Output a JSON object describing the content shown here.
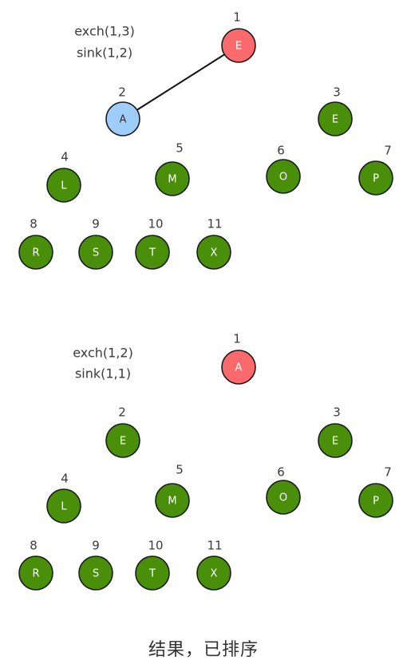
{
  "colors": {
    "heap_node": "#4a8f0a",
    "root_node": "#fa6a6c",
    "swapped_node": "#9fcdfa",
    "node_text_light": "#ffffff",
    "node_text_dark": "#333333"
  },
  "diagrams": [
    {
      "steps": [
        "exch(1,3)",
        "sink(1,2)"
      ],
      "nodes": [
        {
          "index": "1",
          "letter": "E",
          "state": "root"
        },
        {
          "index": "2",
          "letter": "A",
          "state": "swapped"
        },
        {
          "index": "3",
          "letter": "E",
          "state": "heap"
        },
        {
          "index": "4",
          "letter": "L",
          "state": "heap"
        },
        {
          "index": "5",
          "letter": "M",
          "state": "heap"
        },
        {
          "index": "6",
          "letter": "O",
          "state": "heap"
        },
        {
          "index": "7",
          "letter": "P",
          "state": "heap"
        },
        {
          "index": "8",
          "letter": "R",
          "state": "heap"
        },
        {
          "index": "9",
          "letter": "S",
          "state": "heap"
        },
        {
          "index": "10",
          "letter": "T",
          "state": "heap"
        },
        {
          "index": "11",
          "letter": "X",
          "state": "heap"
        }
      ],
      "edges": [
        [
          "1",
          "2"
        ]
      ]
    },
    {
      "steps": [
        "exch(1,2)",
        "sink(1,1)"
      ],
      "nodes": [
        {
          "index": "1",
          "letter": "A",
          "state": "root"
        },
        {
          "index": "2",
          "letter": "E",
          "state": "heap"
        },
        {
          "index": "3",
          "letter": "E",
          "state": "heap"
        },
        {
          "index": "4",
          "letter": "L",
          "state": "heap"
        },
        {
          "index": "5",
          "letter": "M",
          "state": "heap"
        },
        {
          "index": "6",
          "letter": "O",
          "state": "heap"
        },
        {
          "index": "7",
          "letter": "P",
          "state": "heap"
        },
        {
          "index": "8",
          "letter": "R",
          "state": "heap"
        },
        {
          "index": "9",
          "letter": "S",
          "state": "heap"
        },
        {
          "index": "10",
          "letter": "T",
          "state": "heap"
        },
        {
          "index": "11",
          "letter": "X",
          "state": "heap"
        }
      ],
      "edges": []
    }
  ],
  "caption": "结果，已排序"
}
